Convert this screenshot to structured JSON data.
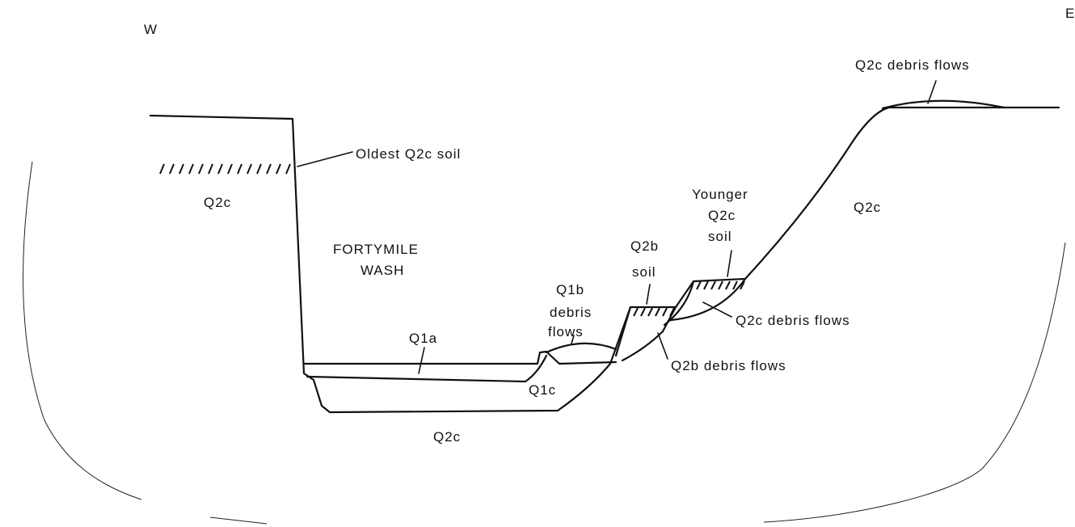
{
  "orientation": {
    "west": "W",
    "east": "E"
  },
  "labels": {
    "q2c_debris_flows_top": "Q2c debris flows",
    "oldest_q2c_soil": "Oldest Q2c soil",
    "q2c_left": "Q2c",
    "q2c_right": "Q2c",
    "q2c_bottom": "Q2c",
    "fortymile": "FORTYMILE",
    "wash": "WASH",
    "younger": "Younger",
    "younger_q2c": "Q2c",
    "younger_soil": "soil",
    "q2b": "Q2b",
    "q2b_soil": "soil",
    "q1b": "Q1b",
    "q1b_debris": "debris",
    "q1b_flows": "flows",
    "q1a": "Q1a",
    "q1c": "Q1c",
    "q2c_debris_flows_mid": "Q2c debris flows",
    "q2b_debris_flows": "Q2b debris flows"
  }
}
